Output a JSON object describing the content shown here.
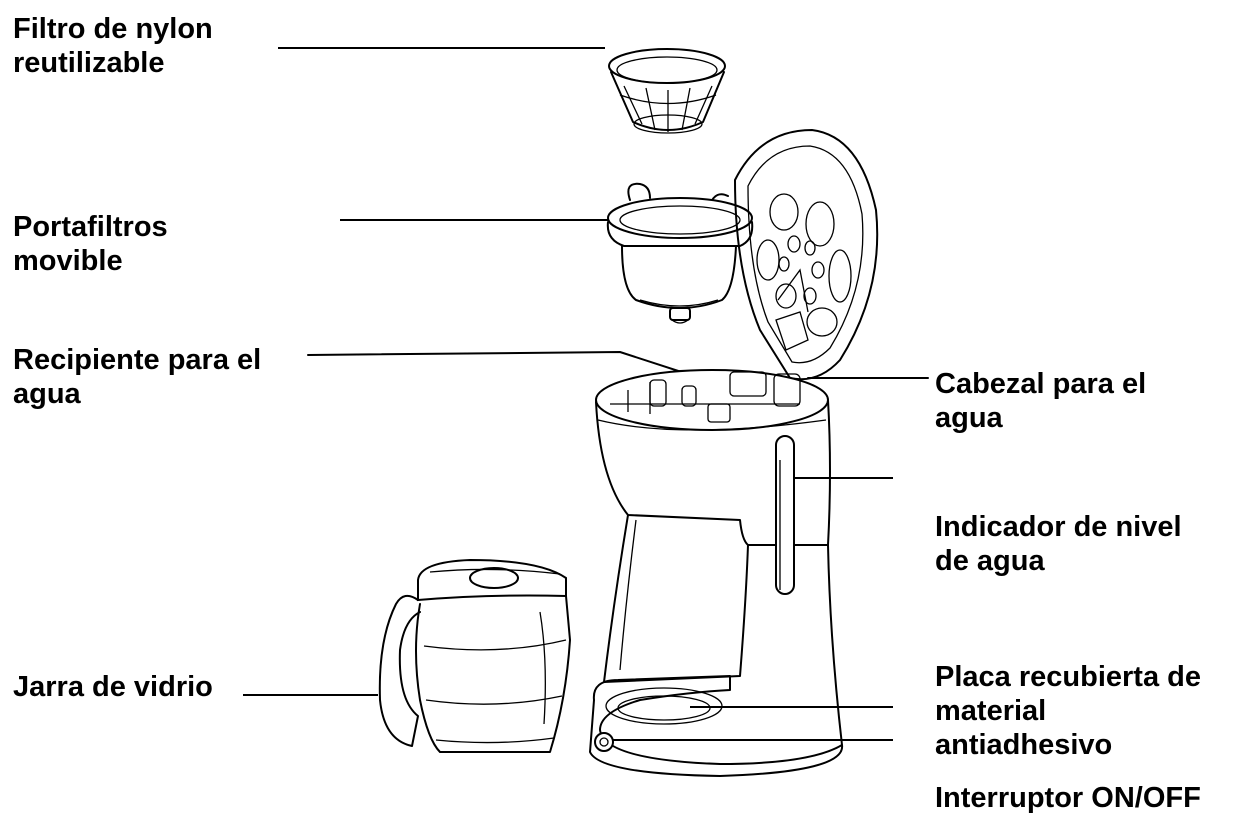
{
  "labels": {
    "nylon_filter": [
      "Filtro de nylon",
      "reutilizable"
    ],
    "filter_holder": [
      "Portafiltros",
      "movible"
    ],
    "water_tank": [
      "Recipiente para el",
      "agua"
    ],
    "glass_carafe": [
      "Jarra de vidrio"
    ],
    "water_head": [
      "Cabezal para el",
      "agua"
    ],
    "water_level": [
      "Indicador de nivel",
      "de agua"
    ],
    "warming_plate": [
      "Placa recubierta de",
      "material",
      "antiadhesivo"
    ],
    "power_switch": [
      "Interruptor ON/OFF"
    ]
  }
}
